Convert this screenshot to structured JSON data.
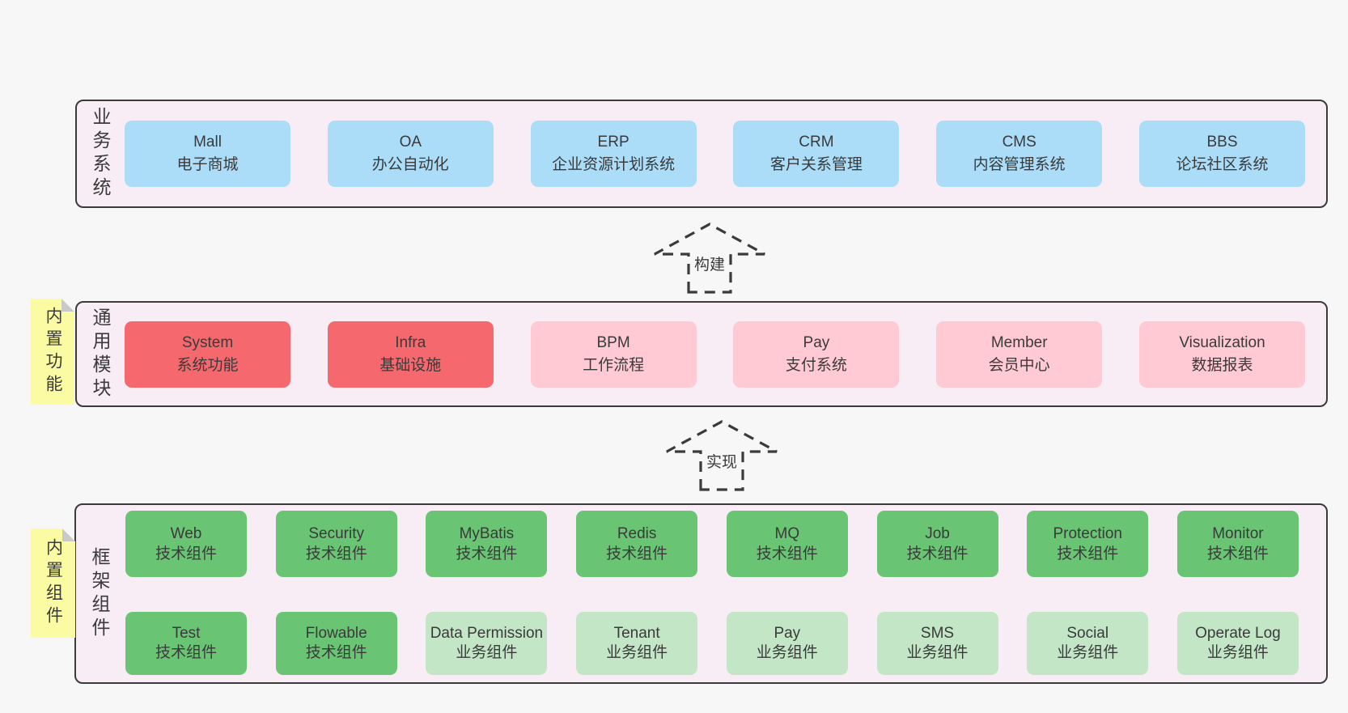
{
  "colors": {
    "page_bg": "#f7f7f7",
    "panel_bg": "#f8edf5",
    "panel_border": "#3b3b3b",
    "text": "#3a3a3a",
    "blue": "#abddf9",
    "red": "#f5696e",
    "pink": "#ffcad3",
    "green": "#69c574",
    "light_green": "#c2e6c6",
    "yellow": "#fbfba3",
    "fold_gray": "#c9c9c9"
  },
  "sections": {
    "business": {
      "label": "业务系统",
      "boxes": [
        {
          "title": "Mall",
          "subtitle": "电子商城",
          "color": "blue"
        },
        {
          "title": "OA",
          "subtitle": "办公自动化",
          "color": "blue"
        },
        {
          "title": "ERP",
          "subtitle": "企业资源计划系统",
          "color": "blue"
        },
        {
          "title": "CRM",
          "subtitle": "客户关系管理",
          "color": "blue"
        },
        {
          "title": "CMS",
          "subtitle": "内容管理系统",
          "color": "blue"
        },
        {
          "title": "BBS",
          "subtitle": "论坛社区系统",
          "color": "blue"
        }
      ]
    },
    "modules": {
      "label": "通用模块",
      "note": "内置功能",
      "boxes": [
        {
          "title": "System",
          "subtitle": "系统功能",
          "color": "red"
        },
        {
          "title": "Infra",
          "subtitle": "基础设施",
          "color": "red"
        },
        {
          "title": "BPM",
          "subtitle": "工作流程",
          "color": "pink"
        },
        {
          "title": "Pay",
          "subtitle": "支付系统",
          "color": "pink"
        },
        {
          "title": "Member",
          "subtitle": "会员中心",
          "color": "pink"
        },
        {
          "title": "Visualization",
          "subtitle": "数据报表",
          "color": "pink"
        }
      ]
    },
    "components": {
      "label": "框架组件",
      "note": "内置组件",
      "rows": [
        [
          {
            "title": "Web",
            "subtitle": "技术组件",
            "color": "green"
          },
          {
            "title": "Security",
            "subtitle": "技术组件",
            "color": "green"
          },
          {
            "title": "MyBatis",
            "subtitle": "技术组件",
            "color": "green"
          },
          {
            "title": "Redis",
            "subtitle": "技术组件",
            "color": "green"
          },
          {
            "title": "MQ",
            "subtitle": "技术组件",
            "color": "green"
          },
          {
            "title": "Job",
            "subtitle": "技术组件",
            "color": "green"
          },
          {
            "title": "Protection",
            "subtitle": "技术组件",
            "color": "green"
          },
          {
            "title": "Monitor",
            "subtitle": "技术组件",
            "color": "green"
          }
        ],
        [
          {
            "title": "Test",
            "subtitle": "技术组件",
            "color": "green"
          },
          {
            "title": "Flowable",
            "subtitle": "技术组件",
            "color": "green"
          },
          {
            "title": "Data Permission",
            "subtitle": "业务组件",
            "color": "light_green"
          },
          {
            "title": "Tenant",
            "subtitle": "业务组件",
            "color": "light_green"
          },
          {
            "title": "Pay",
            "subtitle": "业务组件",
            "color": "light_green"
          },
          {
            "title": "SMS",
            "subtitle": "业务组件",
            "color": "light_green"
          },
          {
            "title": "Social",
            "subtitle": "业务组件",
            "color": "light_green"
          },
          {
            "title": "Operate Log",
            "subtitle": "业务组件",
            "color": "light_green"
          }
        ]
      ]
    }
  },
  "arrows": [
    {
      "label": "构建"
    },
    {
      "label": "实现"
    }
  ]
}
